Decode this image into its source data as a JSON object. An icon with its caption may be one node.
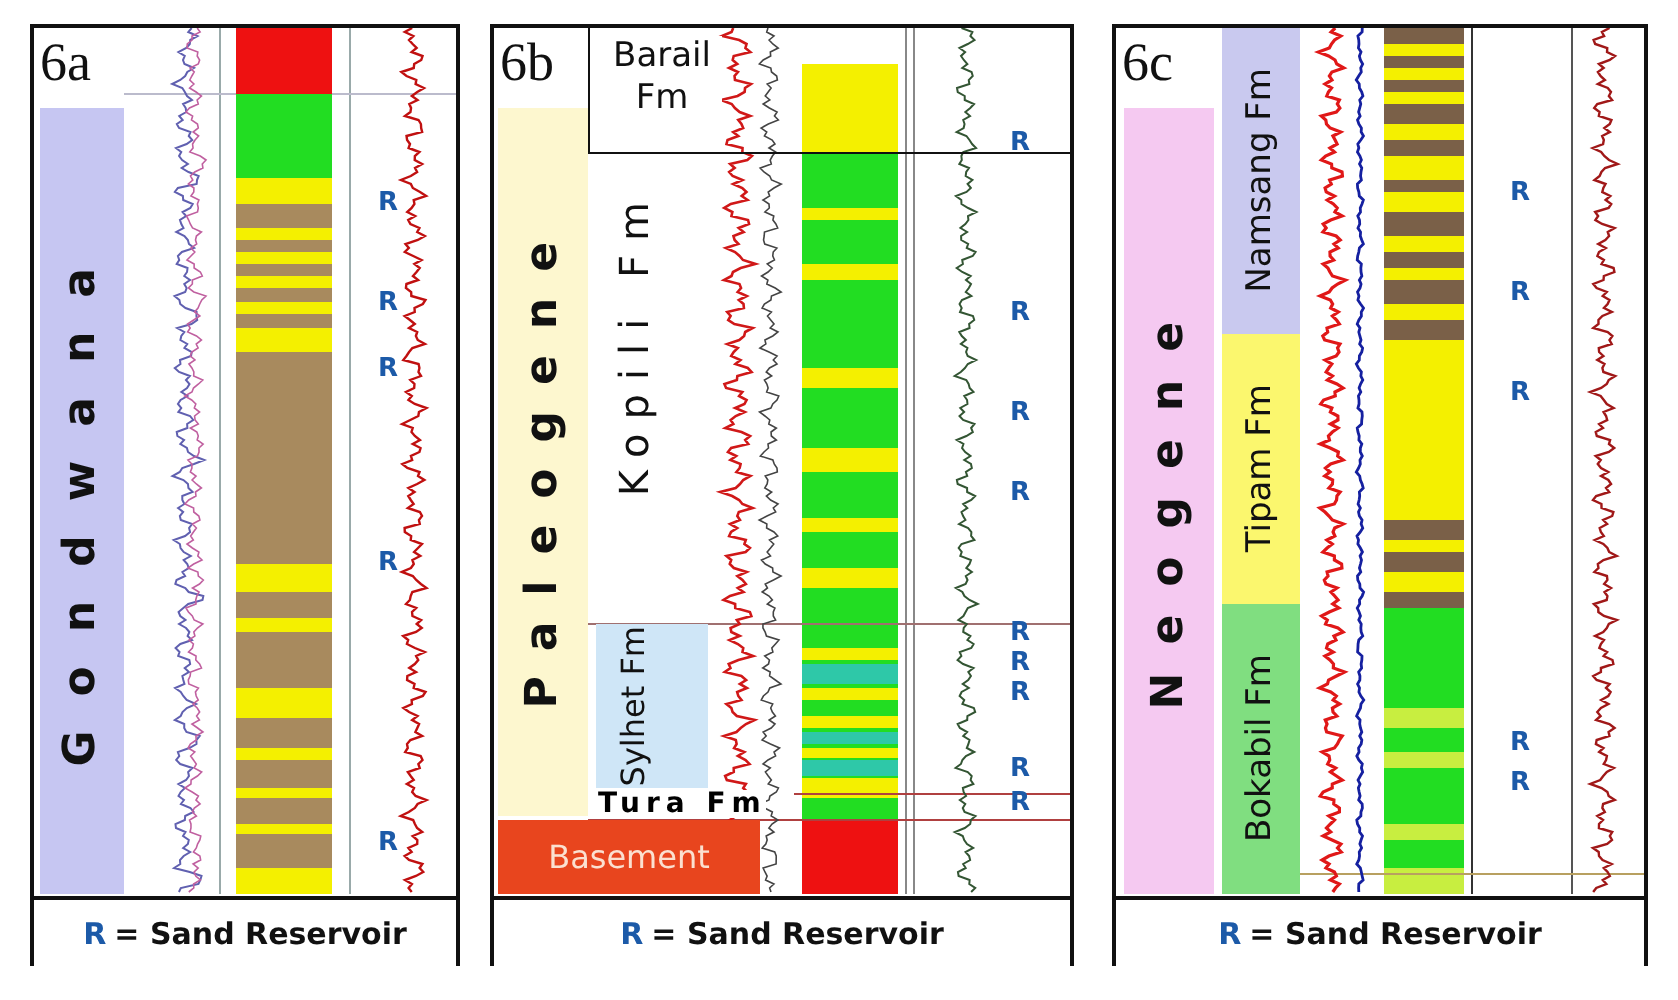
{
  "diagram": {
    "nodes": [
      {
        "text": [
          "6a"
        ]
      },
      {
        "text": [
          "Gondwana"
        ],
        "in": 0
      },
      {
        "text": [
          "R",
          "= Sand Reservoir"
        ],
        "in": 0
      },
      {
        "text": [
          "6b"
        ]
      },
      {
        "text": [
          "Paleogene"
        ],
        "in": 3
      },
      {
        "text": [
          "Barail Fm"
        ],
        "in": 3
      },
      {
        "text": [
          "Sylhet Fm"
        ],
        "in": 3
      },
      {
        "text": [
          "Basement"
        ],
        "in": 3
      },
      {
        "text": [
          "R",
          "= Sand Reservoir"
        ],
        "in": 3
      },
      {
        "text": [
          "6c"
        ]
      },
      {
        "text": [
          "Neogene"
        ],
        "in": 9
      },
      {
        "text": [
          "Namsang Fm"
        ],
        "in": 9
      },
      {
        "text": [
          "Tipam Fm"
        ],
        "in": 9
      },
      {
        "text": [
          "Bokabil Fm"
        ],
        "in": 9
      },
      {
        "text": [
          "R",
          "= Sand Reservoir"
        ],
        "in": 9
      }
    ],
    "labels": [
      "R",
      "R",
      "R",
      "R",
      "R",
      "Kopili Fm",
      "R",
      "R",
      "R",
      "R",
      "R",
      "R",
      "R",
      "Tura Fm",
      "R",
      "R",
      "R",
      "R",
      "R",
      "R",
      "R"
    ]
  }
}
